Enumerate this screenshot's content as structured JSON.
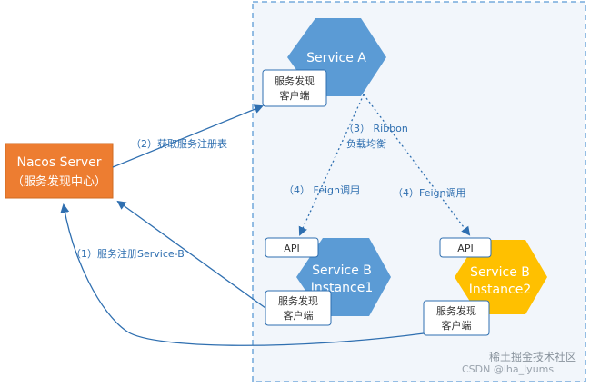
{
  "nodes": {
    "nacos_server": {
      "title": "Nacos Server",
      "subtitle": "（服务发现中心）"
    },
    "service_a": {
      "label": "Service A"
    },
    "service_b1": {
      "line1": "Service B",
      "line2": "Instance1"
    },
    "service_b2": {
      "line1": "Service B",
      "line2": "Instance2"
    },
    "discovery_client": {
      "line1": "服务发现",
      "line2": "客户端"
    },
    "api": {
      "label": "API"
    }
  },
  "edges": {
    "register": "（1）服务注册Service-B",
    "fetch_registry": "（2）获取服务注册表",
    "ribbon_line1": "（3） Ribbon",
    "ribbon_line2": "负载均衡",
    "feign_left": "（4） Feign调用",
    "feign_right": "（4）Feign调用"
  },
  "watermark": {
    "line1": "稀土掘金技术社区",
    "line2": "CSDN @lha_lyums"
  },
  "colors": {
    "nacos": "#ed7d31",
    "service": "#5b9bd5",
    "service_b2": "#ffc000",
    "arrow": "#2f6fb0",
    "cluster_border": "#5b9bd5",
    "cluster_bg": "#f2f6fb",
    "box_border": "#2f6fb0"
  }
}
